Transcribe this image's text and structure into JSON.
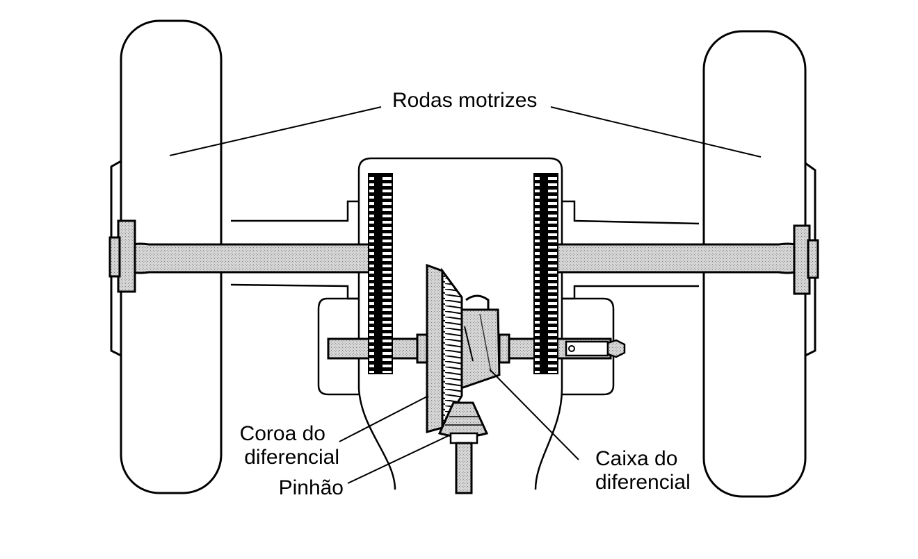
{
  "labels": {
    "drive_wheels": "Rodas motrizes",
    "crown_line1": "Coroa do",
    "crown_line2": "diferencial",
    "pinion": "Pinhão",
    "case_line1": "Caixa do",
    "case_line2": "diferencial"
  },
  "colors": {
    "ink": "#000000",
    "shaft_fill": "#c8c8c8",
    "paper": "#ffffff"
  }
}
